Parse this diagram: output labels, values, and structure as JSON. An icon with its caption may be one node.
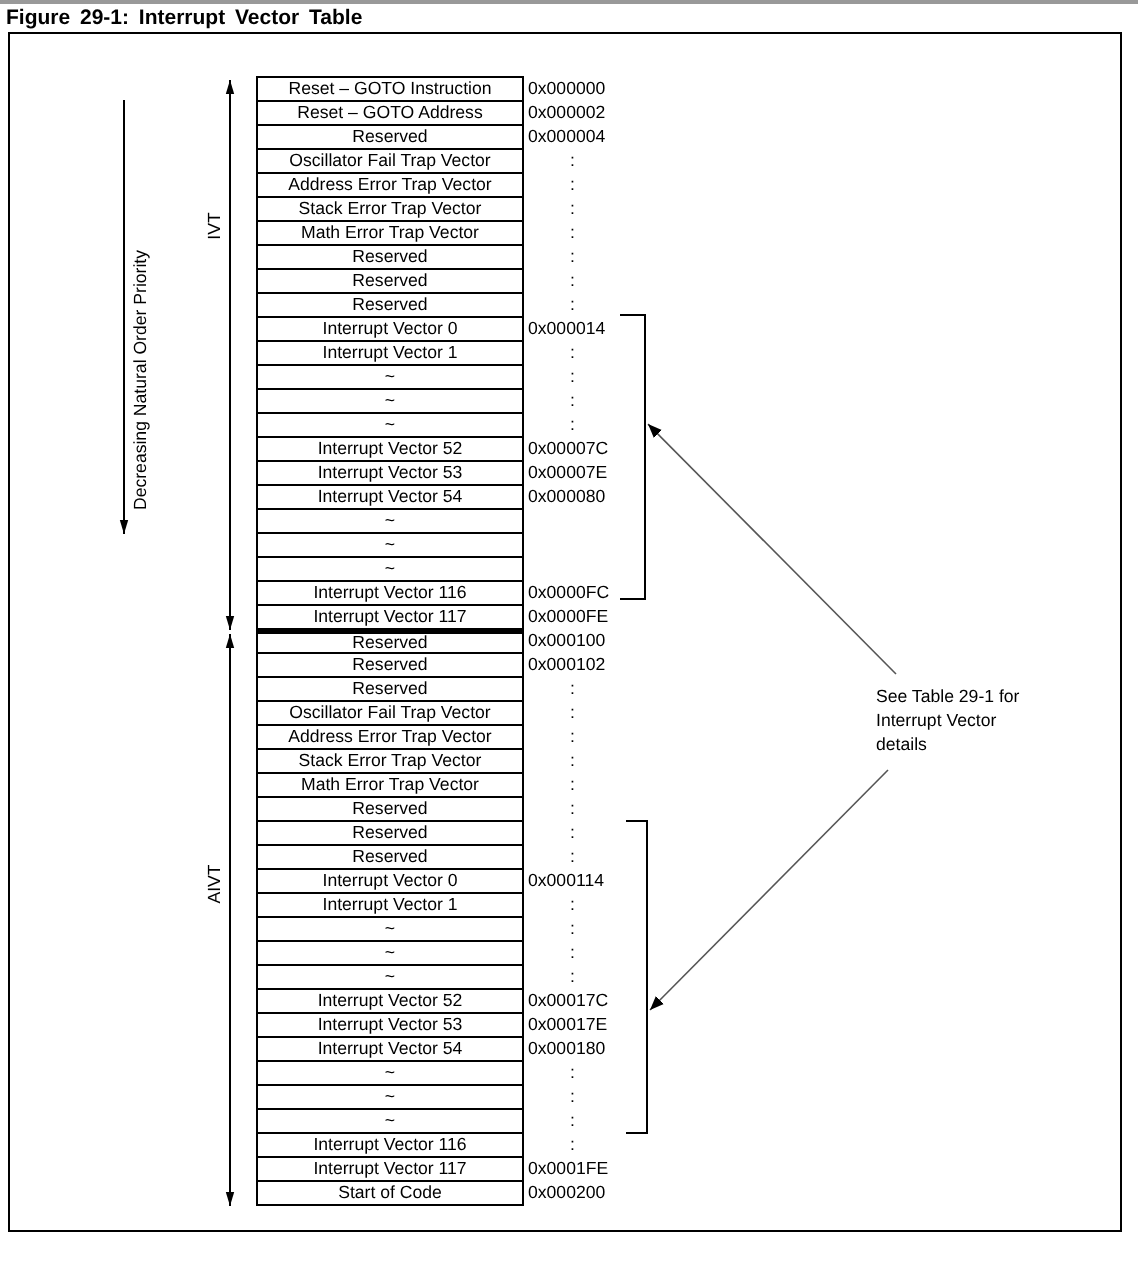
{
  "diagram": {
    "title": "Figure 29-1: Interrupt Vector Table",
    "nodes": [
      {
        "text": [
          "See Table 29-1 for Interrupt Vector details"
        ]
      },
      {
        "text": [],
        "shape": "bracket"
      },
      {
        "text": [],
        "shape": "bracket"
      }
    ],
    "edges": [
      {
        "from": 0,
        "to": 1,
        "arrow": "to"
      },
      {
        "from": 0,
        "to": 2,
        "arrow": "to"
      }
    ],
    "labels": [
      "Decreasing Natural Order Priority",
      "IVT",
      "AIVT",
      "Reset – GOTO Instruction",
      "0x000000",
      "Reset – GOTO Address",
      "0x000002",
      "Reserved",
      "0x000004",
      "Oscillator Fail Trap Vector",
      ":",
      "Address Error Trap Vector",
      ":",
      "Stack Error Trap Vector",
      ":",
      "Math Error Trap Vector",
      ":",
      "Reserved",
      ":",
      "Reserved",
      ":",
      "Reserved",
      ":",
      "Interrupt Vector 0",
      "0x000014",
      "Interrupt Vector 1",
      ":",
      "~",
      ":",
      "~",
      ":",
      "~",
      ":",
      "Interrupt Vector 52",
      "0x00007C",
      "Interrupt Vector 53",
      "0x00007E",
      "Interrupt Vector 54",
      "0x000080",
      "~",
      "~",
      "~",
      "Interrupt Vector 116",
      "0x0000FC",
      "Interrupt Vector 117",
      "0x0000FE",
      "Reserved",
      "0x000100",
      "Reserved",
      "0x000102",
      "Reserved",
      ":",
      "Oscillator Fail Trap Vector",
      ":",
      "Address Error Trap Vector",
      ":",
      "Stack Error Trap Vector",
      ":",
      "Math Error Trap Vector",
      ":",
      "Reserved",
      ":",
      "Reserved",
      ":",
      "Reserved",
      ":",
      "Interrupt Vector 0",
      "0x000114",
      "Interrupt Vector 1",
      ":",
      "~",
      ":",
      "~",
      ":",
      "~",
      ":",
      "Interrupt Vector 52",
      "0x00017C",
      "Interrupt Vector 53",
      "0x00017E",
      "Interrupt Vector 54",
      "0x000180",
      "~",
      ":",
      "~",
      ":",
      "~",
      ":",
      "Interrupt Vector 116",
      ":",
      "Interrupt Vector 117",
      "0x0001FE",
      "Start of Code",
      "0x000200"
    ]
  }
}
